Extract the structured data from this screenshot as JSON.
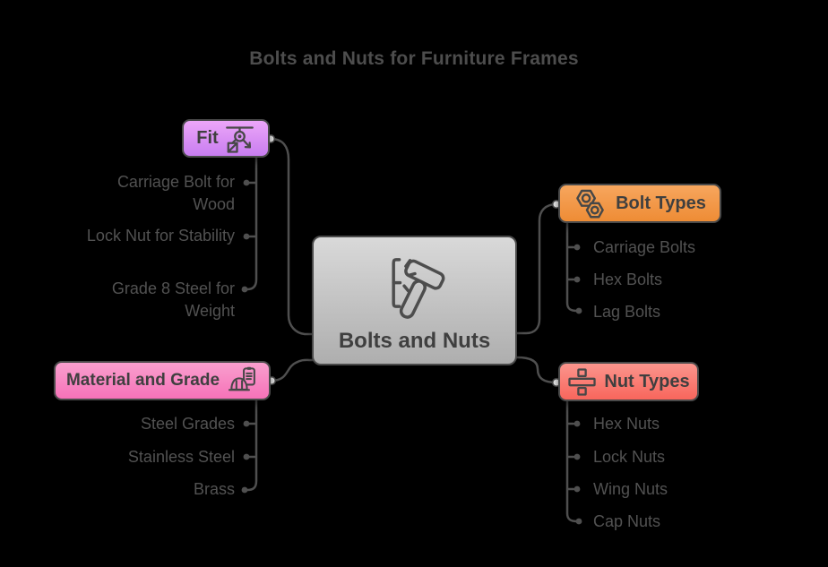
{
  "title": "Bolts and Nuts for Furniture Frames",
  "root": {
    "label": "Bolts and Nuts",
    "icon": "hammer-nail-icon",
    "color_top": "#d9d9d9",
    "color_bottom": "#aeaeae"
  },
  "branches": [
    {
      "label": "Fit",
      "icon": "pulley-load-icon",
      "color_top": "#eca6f8",
      "color_bottom": "#c87df0",
      "items": [
        "Carriage Bolt for Wood",
        "Lock Nut for Stability",
        "Grade 8 Steel for Weight"
      ]
    },
    {
      "label": "Material and Grade",
      "icon": "hard-hat-checklist-icon",
      "color_top": "#f99fce",
      "color_bottom": "#f672b8",
      "items": [
        "Steel Grades",
        "Stainless Steel",
        "Brass"
      ]
    },
    {
      "label": "Bolt Types",
      "icon": "hex-nuts-icon",
      "color_top": "#f7a65e",
      "color_bottom": "#ee8c35",
      "items": [
        "Carriage Bolts",
        "Hex Bolts",
        "Lag Bolts"
      ]
    },
    {
      "label": "Nut Types",
      "icon": "bolt-cross-section-icon",
      "color_top": "#fb958d",
      "color_bottom": "#f8665c",
      "items": [
        "Hex Nuts",
        "Lock Nuts",
        "Wing Nuts",
        "Cap Nuts"
      ]
    }
  ],
  "colors": {
    "background": "#000000",
    "edge": "#4f4f4f",
    "node_border": "#4a4a4a",
    "title_text": "#4d4d4d",
    "item_text": "#525252",
    "node_text": "#3f3f3f"
  }
}
